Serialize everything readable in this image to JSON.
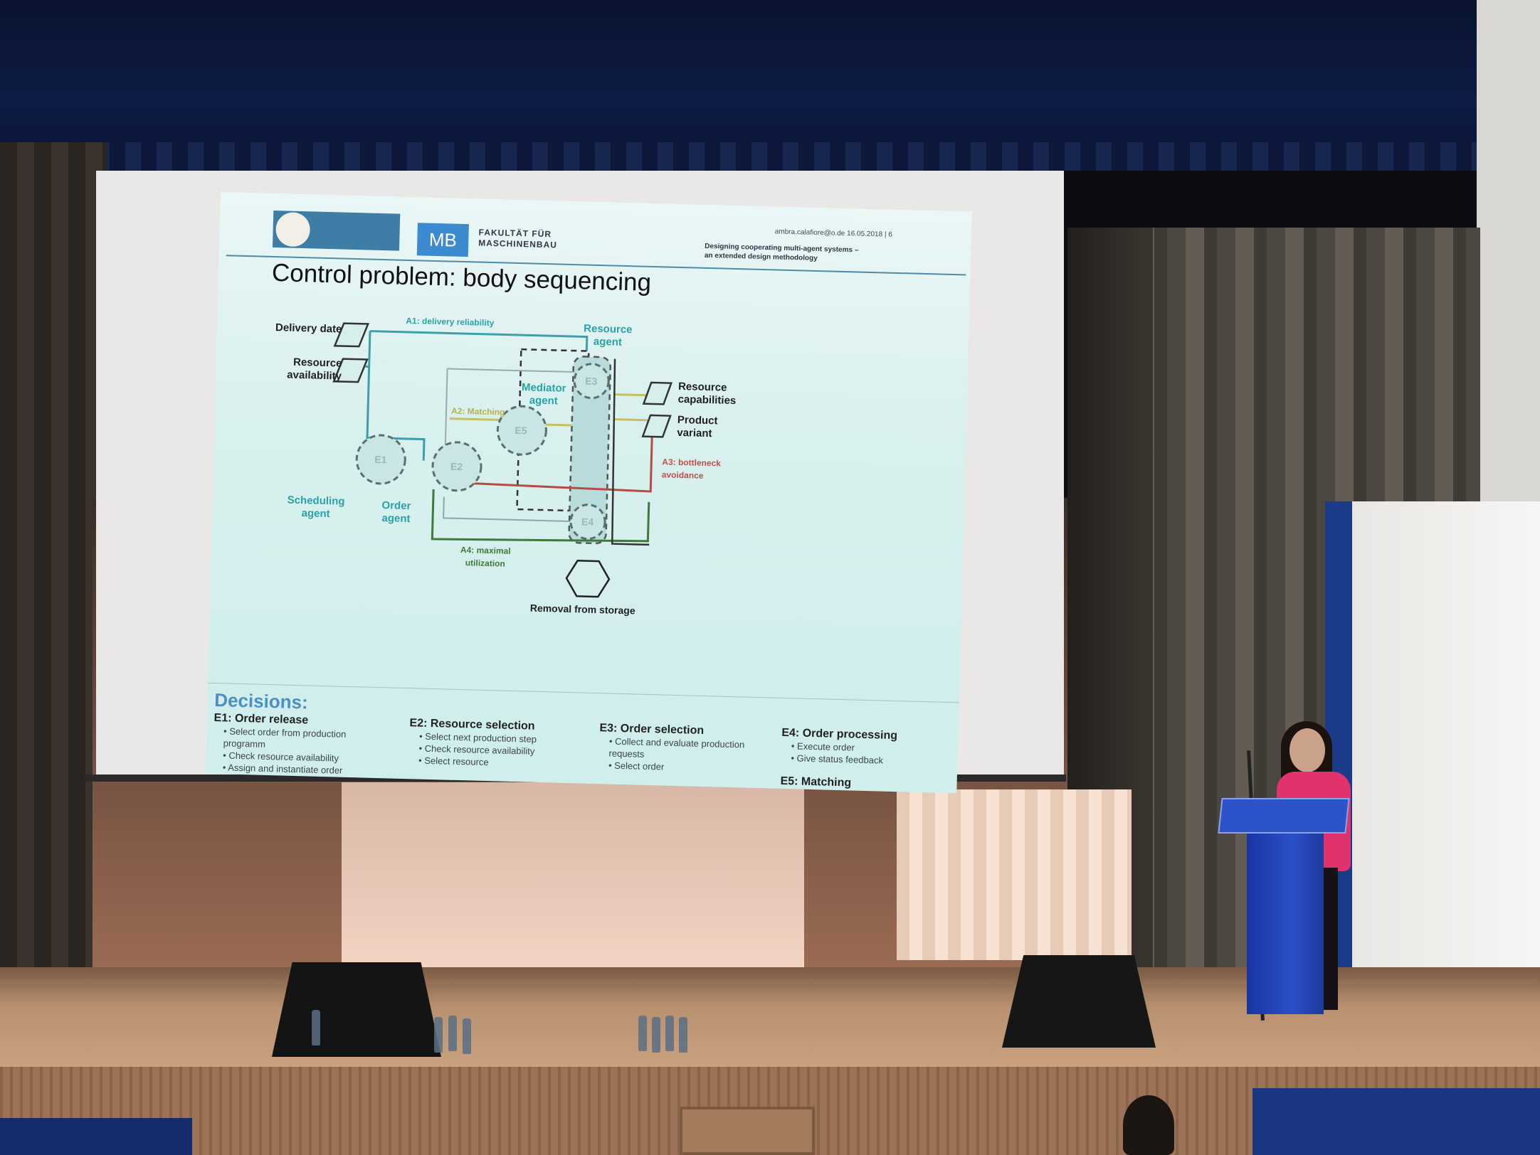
{
  "slide": {
    "faculty_line1": "FAKULTÄT FÜR",
    "faculty_line2": "MASCHINENBAU",
    "mb": "MB",
    "meta": "ambra.calafiore@o.de   16.05.2018 | 6",
    "subtitle_line1": "Designing cooperating multi-agent systems –",
    "subtitle_line2": "an extended design methodology",
    "title": "Control problem: body sequencing"
  },
  "diagram": {
    "delivery_date": "Delivery date",
    "resource_availability_line1": "Resource",
    "resource_availability_line2": "availability",
    "a1": "A1: delivery reliability",
    "resource_agent_line1": "Resource",
    "resource_agent_line2": "agent",
    "mediator_agent_line1": "Mediator",
    "mediator_agent_line2": "agent",
    "a2": "A2: Matching",
    "resource_capabilities_line1": "Resource",
    "resource_capabilities_line2": "capabilities",
    "product_variant_line1": "Product",
    "product_variant_line2": "variant",
    "a3_line1": "A3: bottleneck",
    "a3_line2": "avoidance",
    "scheduling_agent_line1": "Scheduling",
    "scheduling_agent_line2": "agent",
    "order_agent_line1": "Order",
    "order_agent_line2": "agent",
    "a4_line1": "A4: maximal",
    "a4_line2": "utilization",
    "removal": "Removal from storage",
    "e1": "E1",
    "e2": "E2",
    "e3": "E3",
    "e4": "E4",
    "e5": "E5"
  },
  "decisions": {
    "heading": "Decisions:",
    "e1": {
      "title": "E1: Order release",
      "items": [
        "Select order from production",
        "programm",
        "Check resource availability",
        "Assign and instantiate order"
      ]
    },
    "e2": {
      "title": "E2: Resource selection",
      "items": [
        "Select next production step",
        "Check resource availability",
        "Select resource"
      ]
    },
    "e3": {
      "title": "E3: Order selection",
      "items": [
        "Collect and evaluate production",
        "requests",
        "Select order"
      ]
    },
    "e4": {
      "title": "E4: Order processing",
      "items": [
        "Execute order",
        "Give status feedback"
      ]
    },
    "e5": {
      "title": "E5: Matching"
    }
  },
  "colors": {
    "teal": "#2ba1a8",
    "yellow": "#c8c060",
    "red": "#b84a46",
    "green": "#3f7a3a",
    "podium_blue": "#2a50c8",
    "blazer_pink": "#e0336d"
  }
}
